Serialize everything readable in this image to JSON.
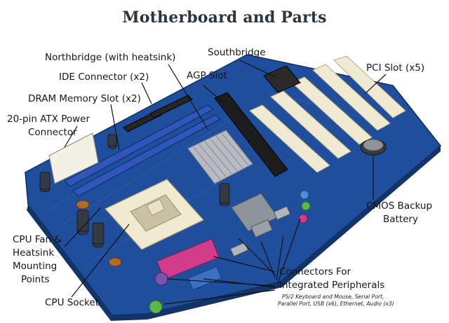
{
  "title": "Motherboard and Parts",
  "labels": {
    "northbridge": "Northbridge (with heatsink)",
    "southbridge": "Southbridge",
    "ide": "IDE Connector (x2)",
    "agp": "AGP Slot",
    "pci": "PCI Slot (x5)",
    "dram": "DRAM Memory Slot (x2)",
    "atx_line1": "20-pin ATX Power",
    "atx_line2": "Connector",
    "cmos_line1": "CMOS Backup",
    "cmos_line2": "Battery",
    "cpufan_line1": "CPU Fan &",
    "cpufan_line2": "Heatsink",
    "cpufan_line3": "Mounting",
    "cpufan_line4": "Points",
    "cpusocket": "CPU Socket",
    "connectors_line1": "Connectors For",
    "connectors_line2": "Integrated Peripherals",
    "connectors_detail_line1": "PS/2 Keyboard and Mouse, Serial Port,",
    "connectors_detail_line2": "Parallel Port, USB (x6), Ethernet, Audio (x3)"
  },
  "colors": {
    "board": "#1f4f9c",
    "board_dark": "#163b78",
    "slot_cream": "#f1ead2",
    "agp_black": "#1c1c1c",
    "dram_blue": "#2f56b8",
    "heatsink": "#b8bcc2",
    "port_pink": "#d23c8a",
    "port_green": "#58b84a",
    "port_purple": "#7a52b0",
    "title": "#2a3540"
  }
}
